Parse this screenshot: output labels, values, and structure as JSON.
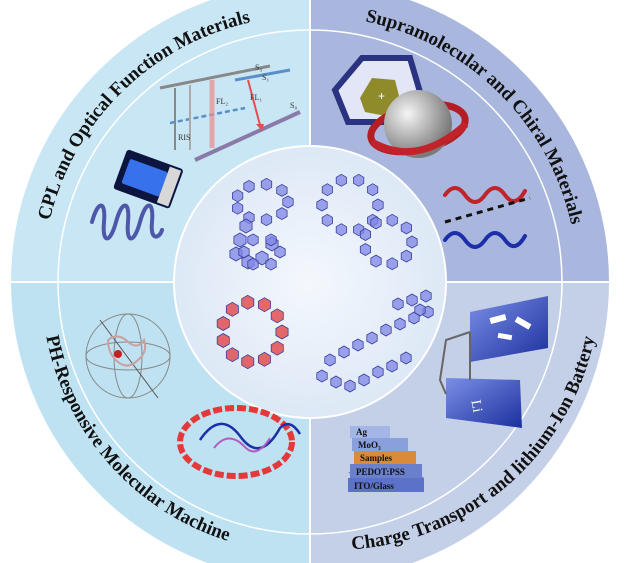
{
  "quadrants": [
    {
      "id": "tl",
      "label": "CPL and Optical Function Materials",
      "color": "#c9e6f5"
    },
    {
      "id": "tr",
      "label": "Supramolecular and Chiral Materials",
      "color": "#a9b7de"
    },
    {
      "id": "bl",
      "label": "PH-Responsive Molecular Machine",
      "color": "#bfe2f2"
    },
    {
      "id": "br",
      "label": "Charge Transport and lithium-Ion Battery",
      "color": "#c4cfe8"
    }
  ],
  "device_layers": [
    "Ag",
    "MoO₃",
    "Samples",
    "PEDOT:PSS",
    "ITO/Glass"
  ],
  "energy_labels": [
    "S₃",
    "S₁",
    "S₀",
    "FL₁",
    "FL₂",
    "RIS"
  ],
  "battery_label": "Li",
  "colors": {
    "core": "#e8f1fb",
    "molecule_blue": "#7f86e6",
    "molecule_red": "#e23a3a",
    "ribbon_red": "#c0232a",
    "wave_blue": "#1d2fa8"
  }
}
